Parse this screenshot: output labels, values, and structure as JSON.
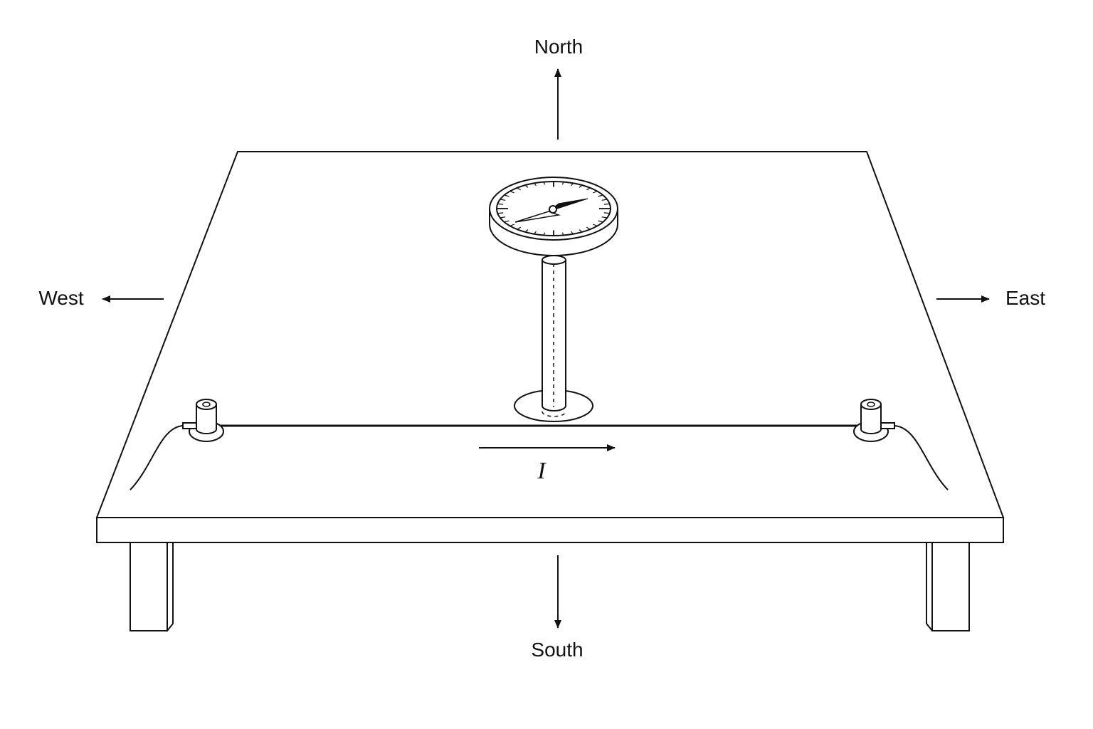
{
  "directions": {
    "north": "North",
    "south": "South",
    "east": "East",
    "west": "West"
  },
  "current": {
    "symbol": "I"
  },
  "colors": {
    "line": "#111111",
    "background": "#ffffff"
  }
}
